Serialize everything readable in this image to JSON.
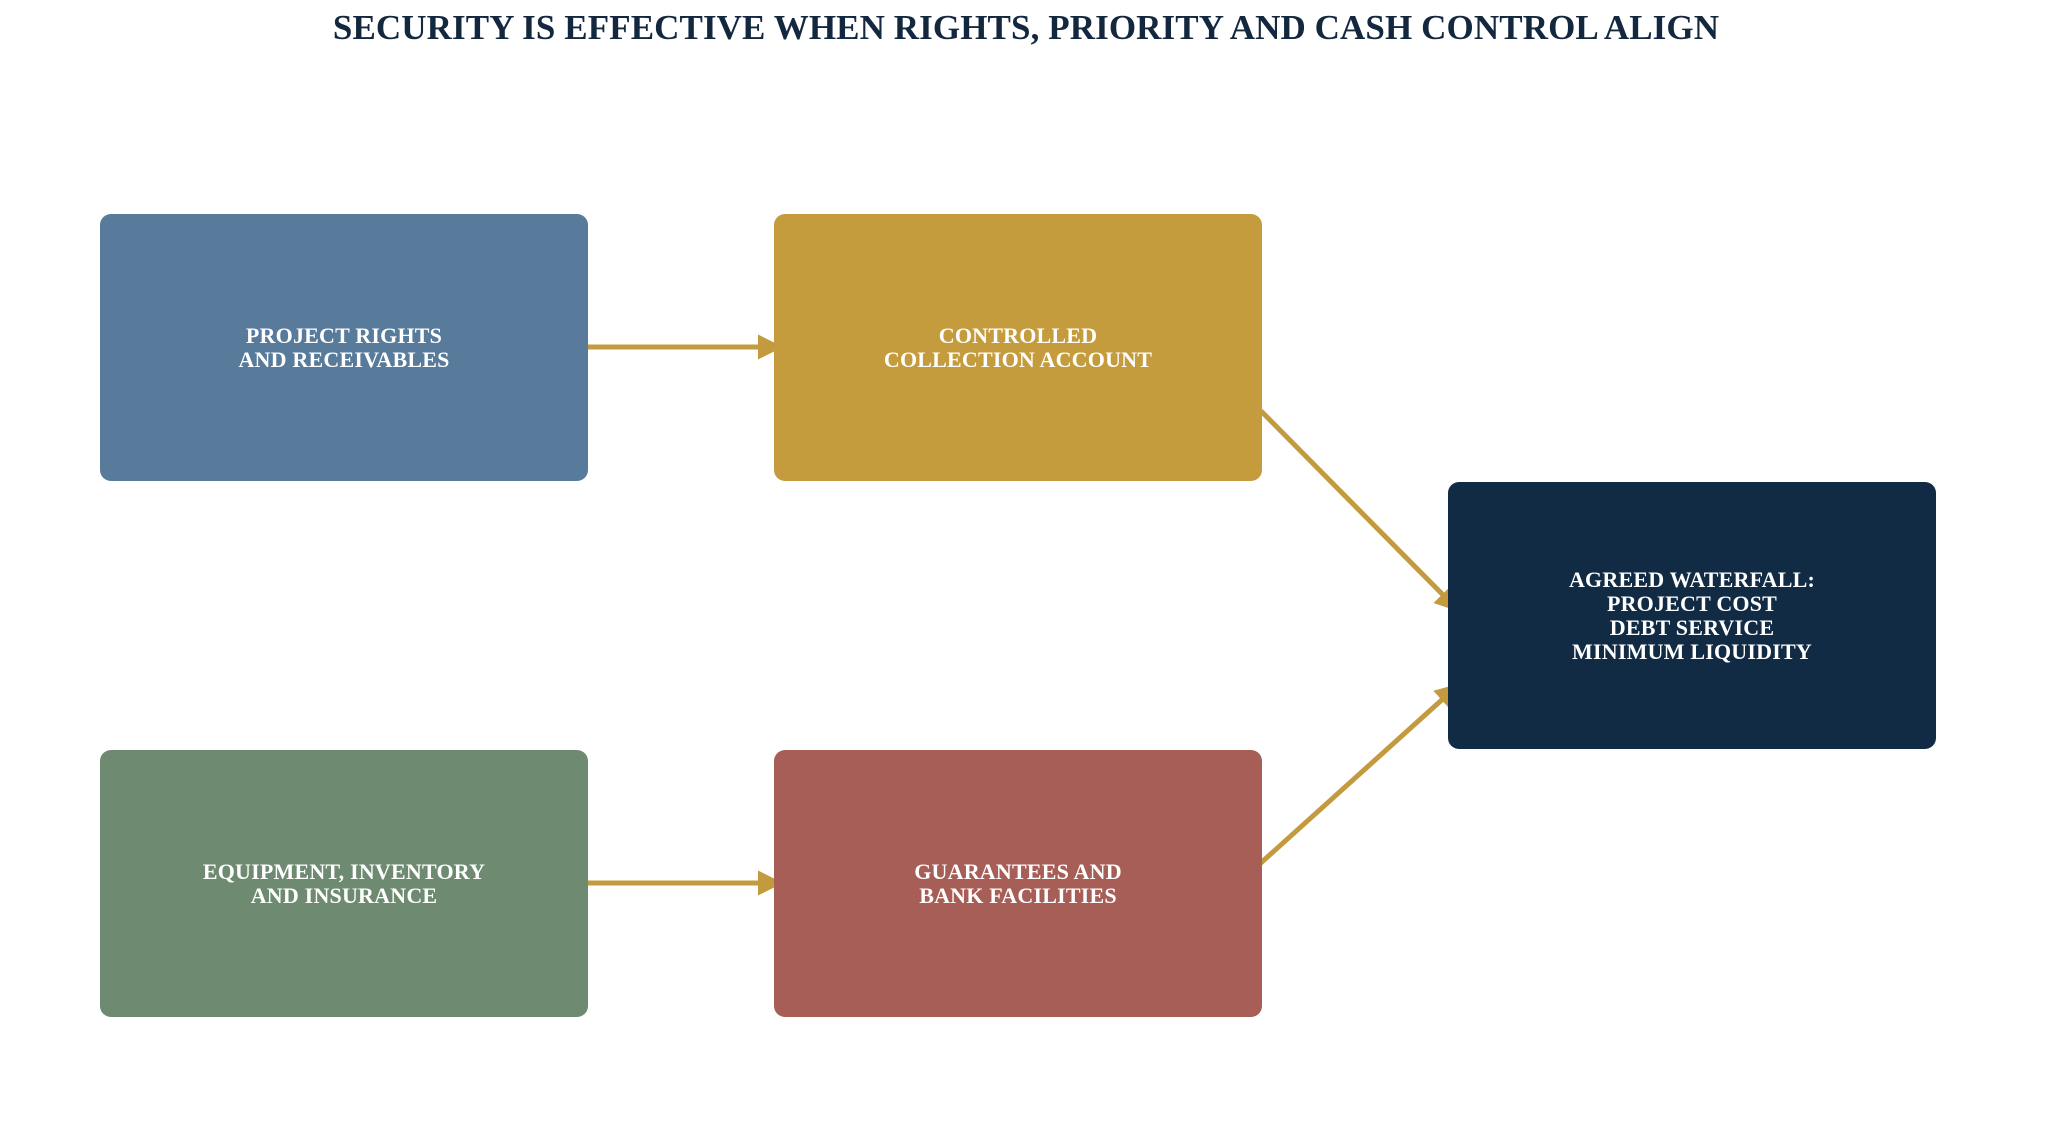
{
  "diagram": {
    "title": "SECURITY IS EFFECTIVE WHEN RIGHTS, PRIORITY AND CASH CONTROL ALIGN",
    "title_color": "#13283f",
    "connector_color": "#c39a3d",
    "nodes": {
      "project_rights": {
        "label": "PROJECT RIGHTS\nAND RECEIVABLES",
        "color": "#587a9b"
      },
      "collection_account": {
        "label": "CONTROLLED\nCOLLECTION ACCOUNT",
        "color": "#c49b3d"
      },
      "equipment": {
        "label": "EQUIPMENT, INVENTORY\nAND INSURANCE",
        "color": "#6e8b72"
      },
      "guarantees": {
        "label": "GUARANTEES AND\nBANK FACILITIES",
        "color": "#a65e56"
      },
      "waterfall": {
        "label": "AGREED WATERFALL:\nPROJECT COST\nDEBT SERVICE\nMINIMUM LIQUIDITY",
        "color": "#122b44"
      }
    }
  }
}
